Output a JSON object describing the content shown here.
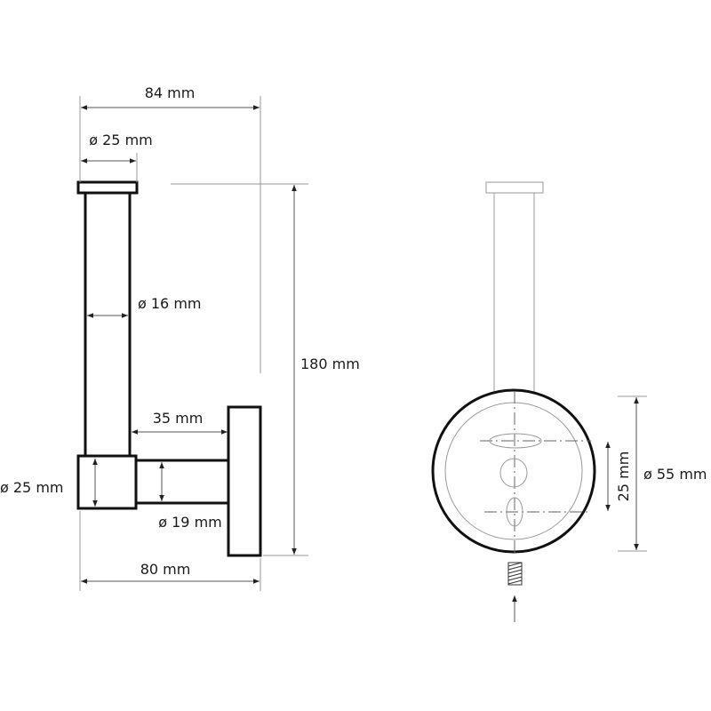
{
  "side_view": {
    "overall_width": "84 mm",
    "cap_diameter": "ø 25 mm",
    "tube_diameter": "ø 16 mm",
    "height": "180 mm",
    "arm_gap": "35 mm",
    "base_diameter": "ø 25 mm",
    "arm_diameter": "ø 19 mm",
    "depth": "80 mm"
  },
  "front_view": {
    "hole_spacing": "25 mm",
    "plate_diameter": "ø 55 mm"
  }
}
